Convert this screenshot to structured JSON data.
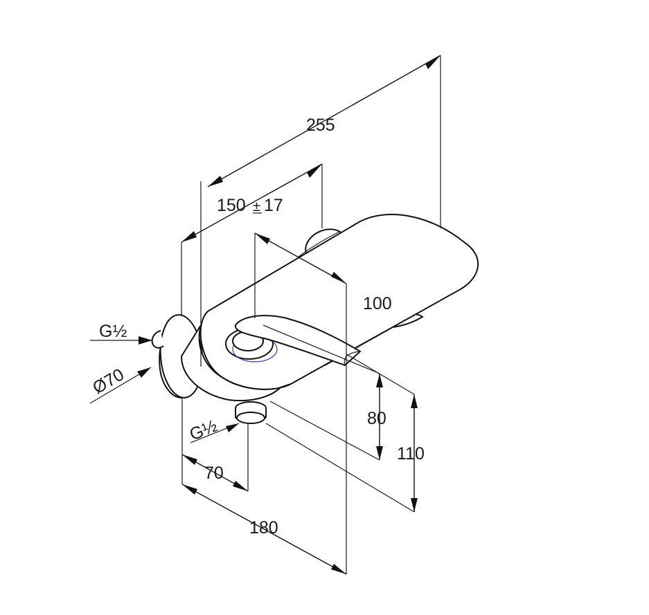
{
  "dimensions": {
    "overall_length": "255",
    "center_distance": "150",
    "center_tolerance": "17",
    "spout_length": "100",
    "wall_to_outlet": "70",
    "depth": "180",
    "height_small": "80",
    "height_large": "110",
    "thread_inlet": "G½",
    "thread_outlet": "G½",
    "flange_diameter": "Ø70"
  }
}
